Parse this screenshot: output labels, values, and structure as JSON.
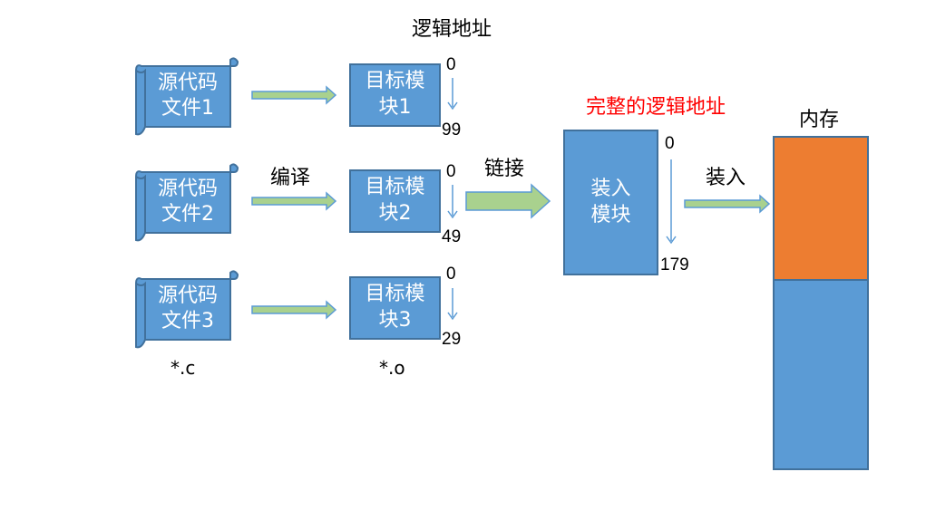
{
  "title": "逻辑地址",
  "subtitle_complete": "完整的逻辑地址",
  "memory_label": "内存",
  "compile_label": "编译",
  "link_label": "链接",
  "load_label": "装入",
  "source_files": [
    {
      "line1": "源代码",
      "line2": "文件1"
    },
    {
      "line1": "源代码",
      "line2": "文件2"
    },
    {
      "line1": "源代码",
      "line2": "文件3"
    }
  ],
  "object_modules": [
    {
      "line1": "目标模",
      "line2": "块1",
      "start": "0",
      "end": "99"
    },
    {
      "line1": "目标模",
      "line2": "块2",
      "start": "0",
      "end": "49"
    },
    {
      "line1": "目标模",
      "line2": "块3",
      "start": "0",
      "end": "29"
    }
  ],
  "source_ext": "*.c",
  "object_ext": "*.o",
  "load_module": {
    "line1": "装入",
    "line2": "模块",
    "start": "0",
    "end": "179"
  },
  "colors": {
    "box_fill": "#5b9bd5",
    "box_border": "#41719c",
    "arrow_fill": "#a9d18e",
    "arrow_border": "#5b9bd5",
    "memory_used": "#ed7d31",
    "title_red": "#ff0000"
  }
}
